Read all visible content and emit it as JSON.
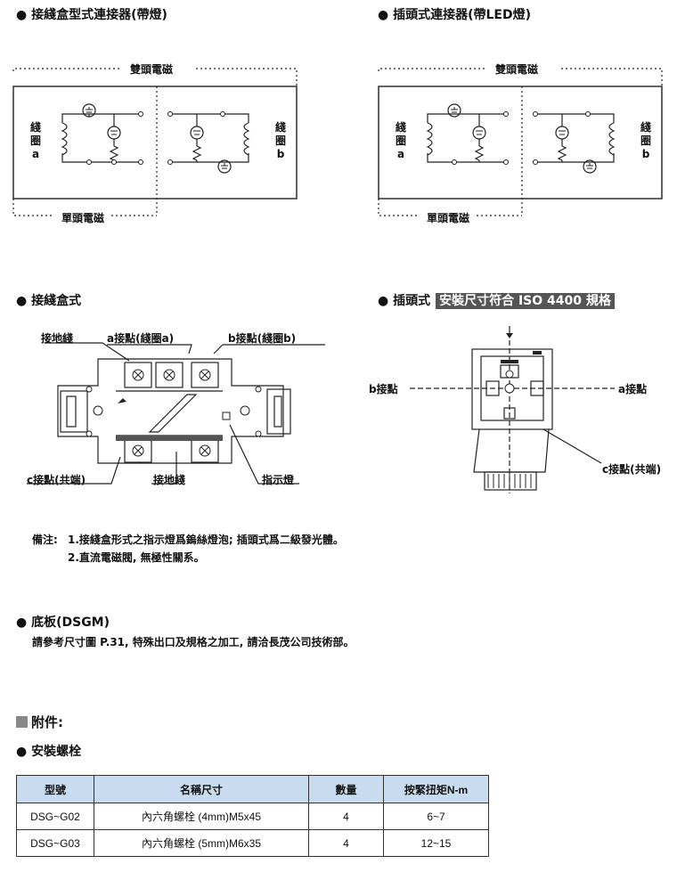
{
  "wiring": {
    "left_title": "● 接綫盒型式連接器(帶燈)",
    "right_title": "● 插頭式連接器(帶LED燈)",
    "double_label": "雙頭電磁",
    "single_label": "單頭電磁",
    "coil_a": "綫\n圈\na",
    "coil_b": "綫\n圈\nb"
  },
  "junction_box": {
    "title": "● 接綫盒式",
    "ground_top": "接地綫",
    "contact_a": "a接點(綫圈a)",
    "contact_b": "b接點(綫圈b)",
    "contact_c": "c接點(共端)",
    "ground_bottom": "接地綫",
    "indicator": "指示燈"
  },
  "plug": {
    "title": "● 插頭式",
    "badge": "安裝尺寸符合 ISO 4400 規格",
    "contact_b": "b接點",
    "contact_a": "a接點",
    "contact_c": "c接點(共端)"
  },
  "notes": {
    "prefix": "備注:",
    "line1": "1.接綫盒形式之指示燈爲鎢絲燈泡; 插頭式爲二級發光體。",
    "line2": "2.直流電磁閥, 無極性關系。"
  },
  "base_plate": {
    "title": "● 底板(DSGM)",
    "text": "請參考尺寸圖 P.31, 特殊出口及規格之加工, 請洽長茂公司技術部。"
  },
  "accessories": {
    "title": "附件:",
    "subtitle": "● 安裝螺栓",
    "columns": [
      "型號",
      "名稱尺寸",
      "數量",
      "按緊扭矩N-m"
    ],
    "rows": [
      [
        "DSG~G02",
        "內六角螺栓 (4mm)M5x45",
        "4",
        "6~7"
      ],
      [
        "DSG~G03",
        "內六角螺栓 (5mm)M6x35",
        "4",
        "12~15"
      ]
    ]
  }
}
